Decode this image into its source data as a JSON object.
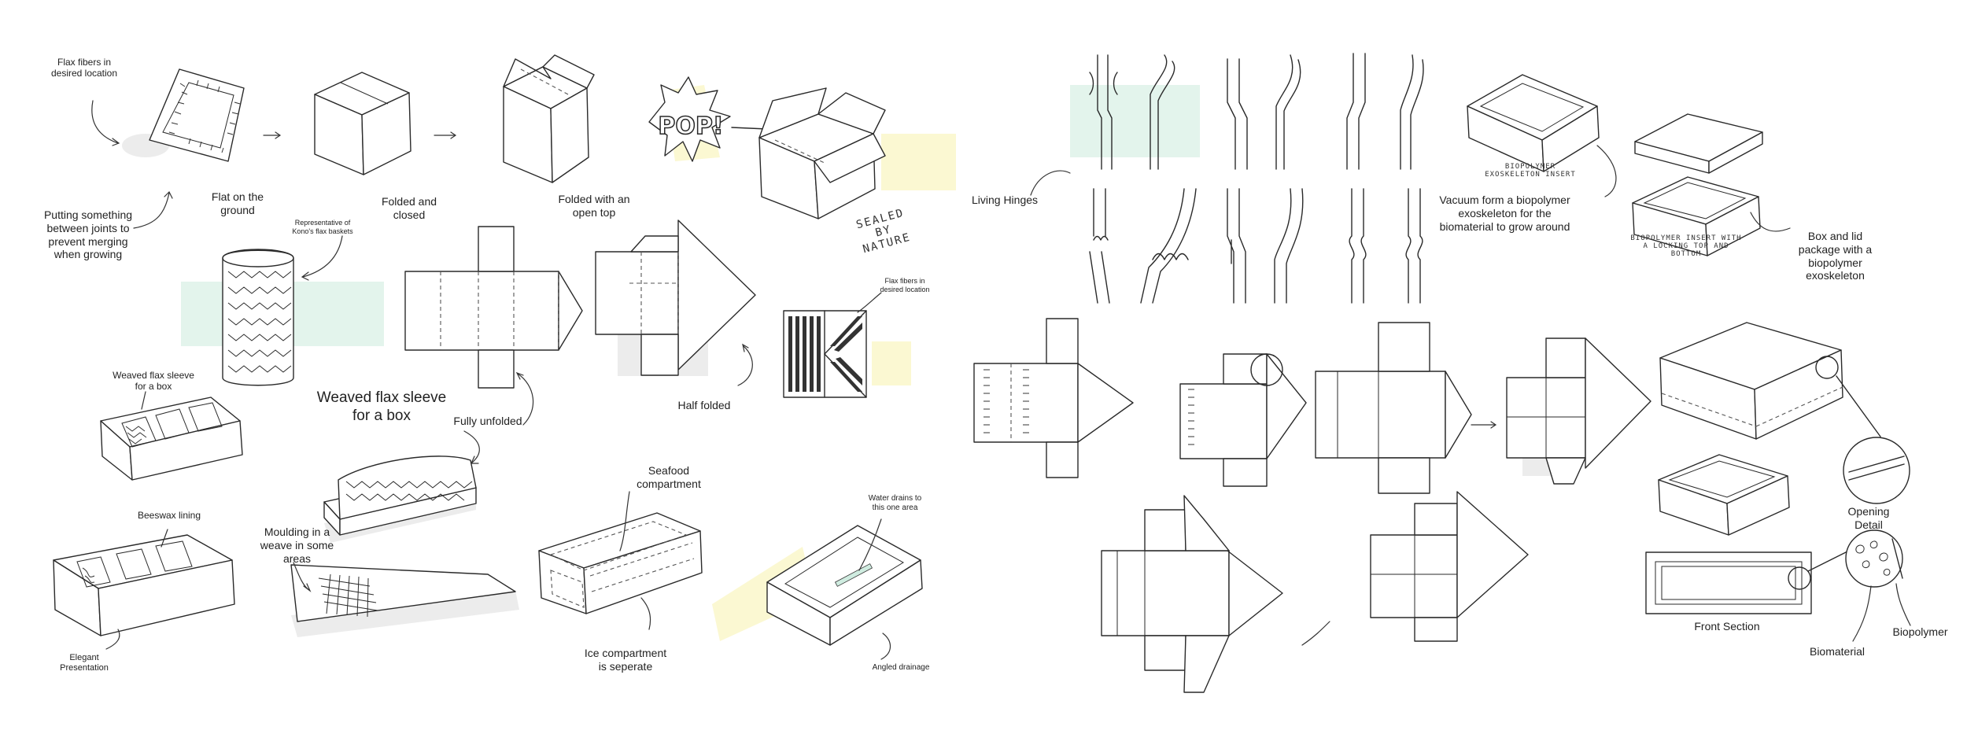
{
  "labels": {
    "flax_fibers": "Flax fibers in desired location",
    "flat_ground": "Flat on the ground",
    "folded_closed": "Folded and closed",
    "folded_open": "Folded with an open top",
    "putting_something": "Putting something between joints to prevent merging when growing",
    "pop": "POP!",
    "sealed_by_nature": "SEALED BY NATURE",
    "representative": "Representative of Kono's flax baskets",
    "flax_fibers_small": "Flax fibers in desired location",
    "weaved_sleeve_small": "Weaved flax sleeve for a box",
    "weaved_sleeve_large": "Weaved flax sleeve for a box",
    "fully_unfolded": "Fully unfolded",
    "half_folded": "Half folded",
    "beeswax": "Beeswax lining",
    "moulding": "Moulding in a weave in some areas",
    "elegant": "Elegant Presentation",
    "seafood": "Seafood compartment",
    "ice": "Ice compartment is seperate",
    "water_drains": "Water drains to this one area",
    "angled_drainage": "Angled drainage",
    "living_hinges": "Living Hinges",
    "vacuum_form": "Vacuum form a biopolymer exoskeleton for the biomaterial to grow around",
    "biopolymer_exo_note": "BIOPOLYMER EXOSKELETON INSERT",
    "box_lid": "Box and lid package with a biopolymer exoskeleton",
    "biopolymer_insert_note": "BIOPOLYMER INSERT WITH A LOCKING TOP AND BOTTOM",
    "opening_detail": "Opening Detail",
    "front_section": "Front Section",
    "biomaterial": "Biomaterial",
    "biopolymer": "Biopolymer"
  },
  "colors": {
    "mint": "#e3f4ec",
    "cream": "#fbf8d2",
    "shadow": "#ececec",
    "ink": "#2a2a2a"
  }
}
